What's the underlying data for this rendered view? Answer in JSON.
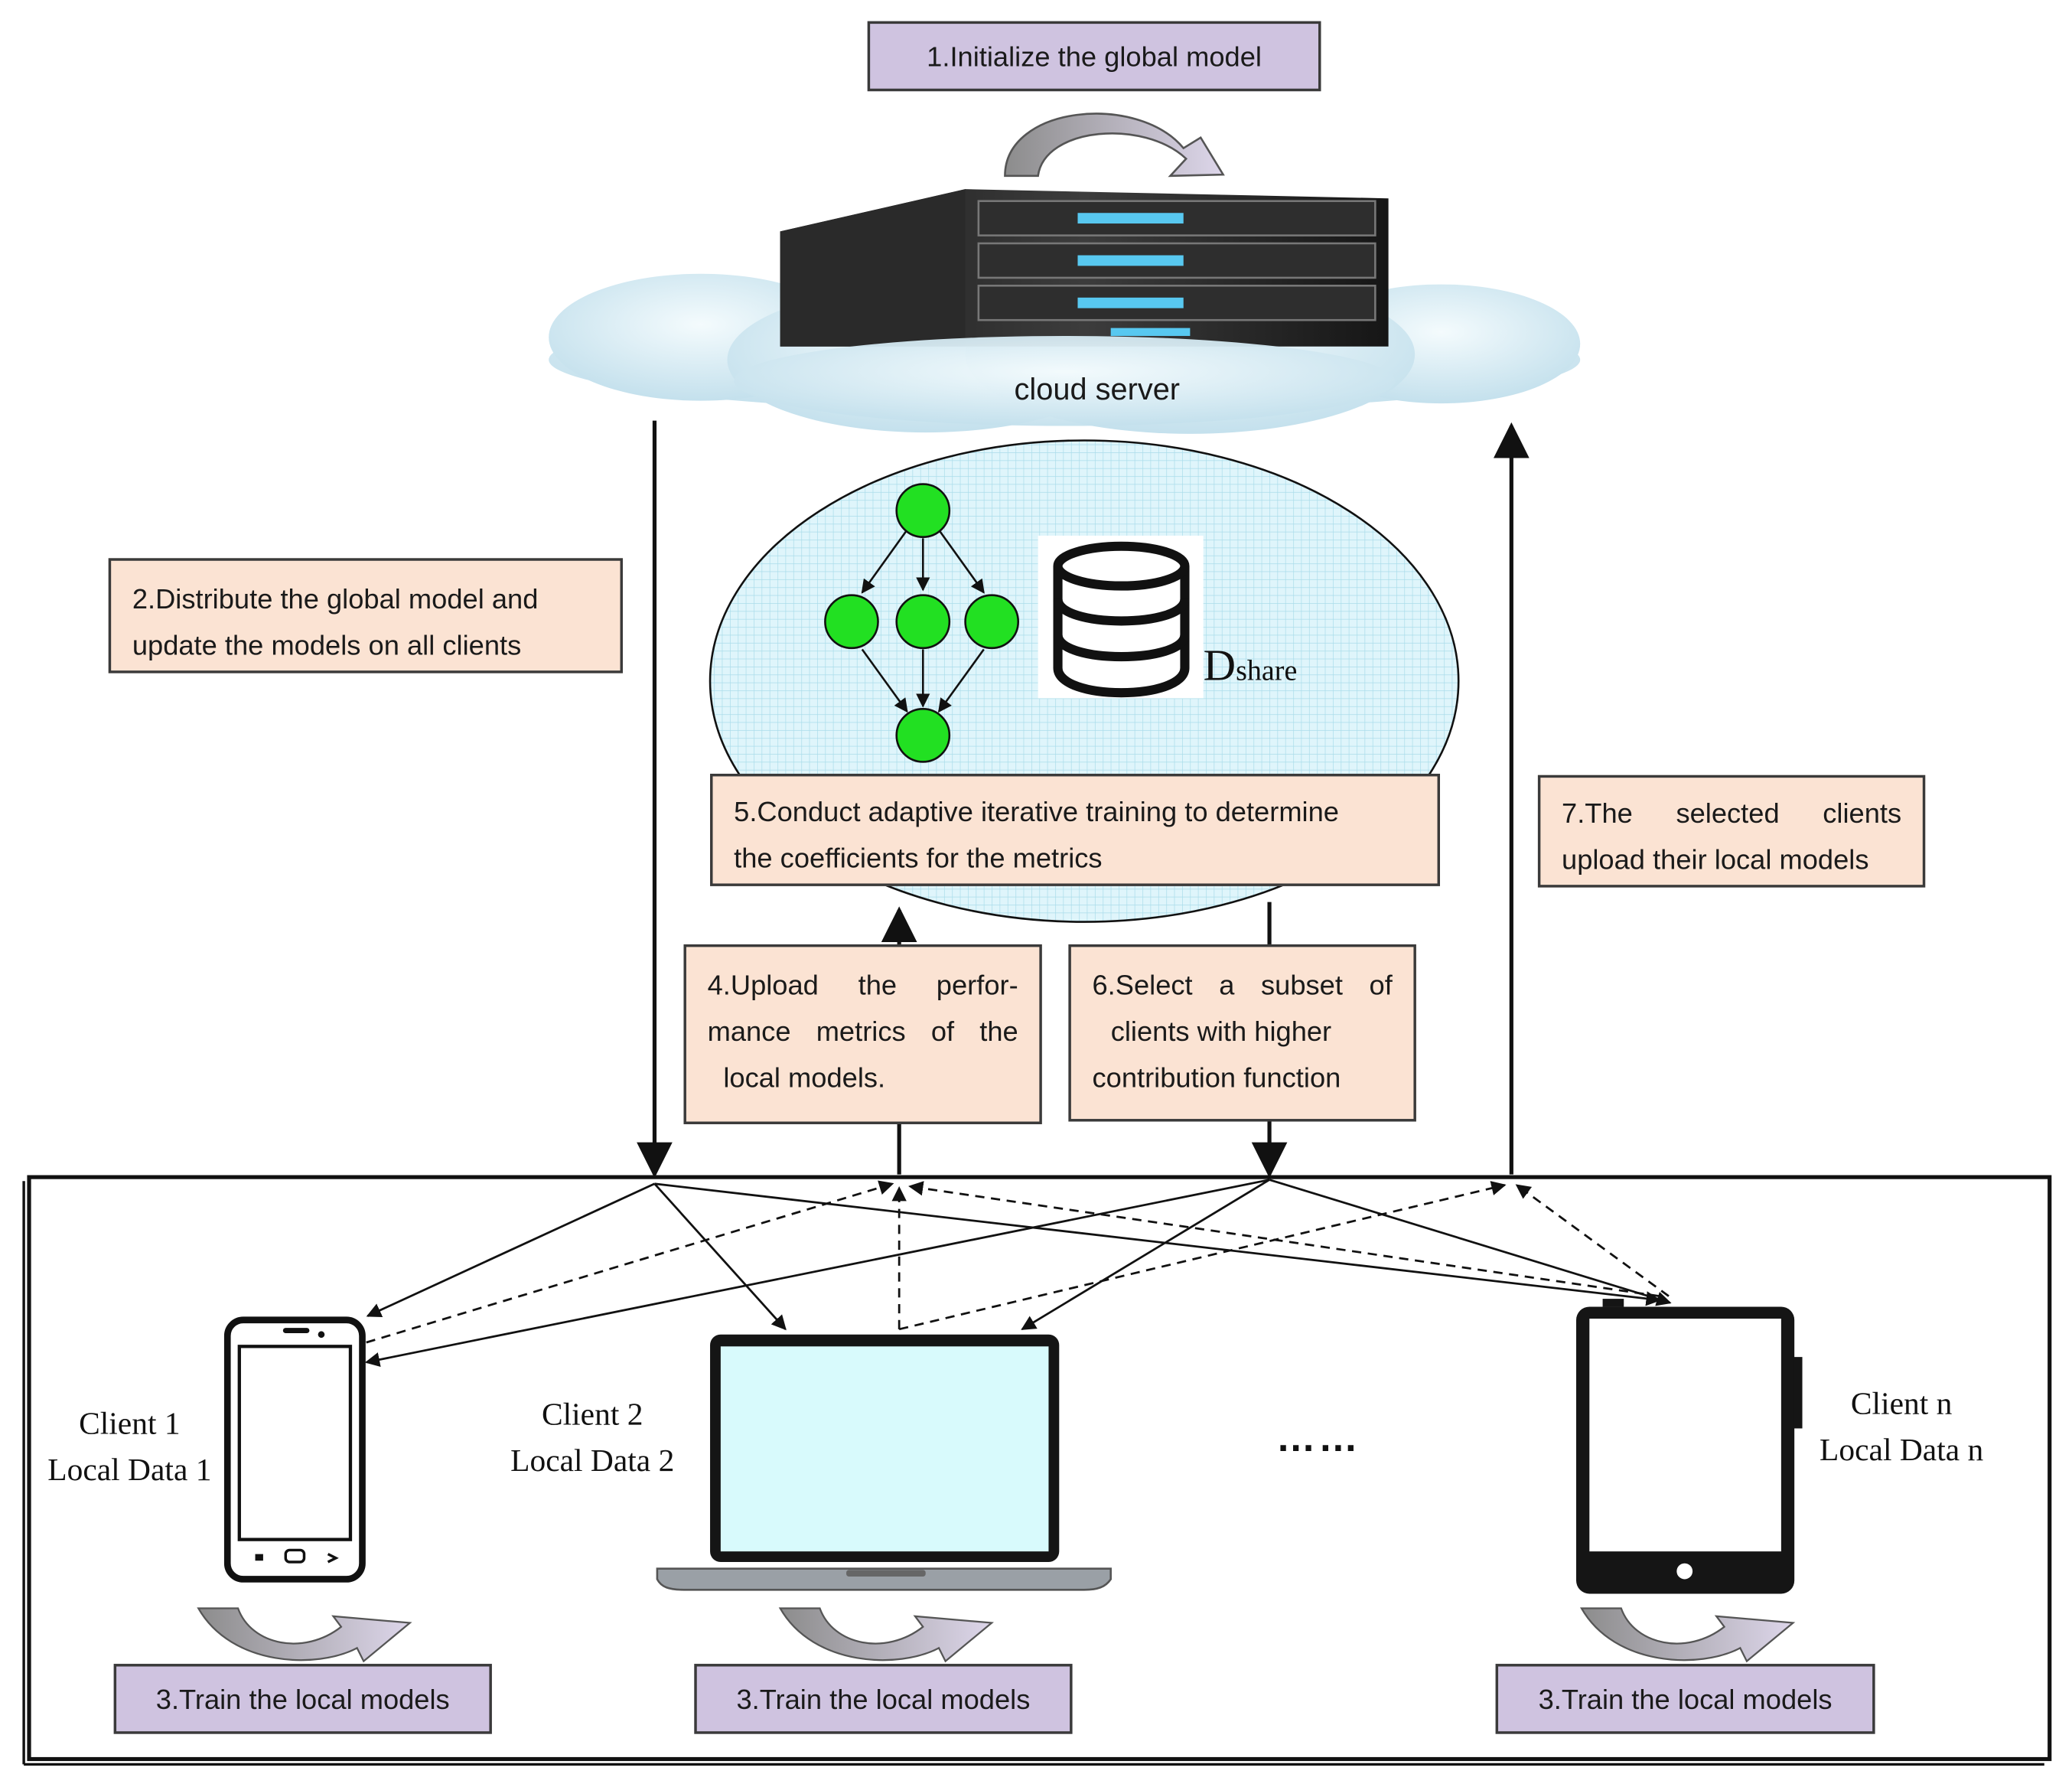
{
  "colors": {
    "purple_box": "#cfc3e0",
    "peach_box": "#fbe3d3",
    "node_green": "#22e022",
    "ellipse_fill": "#d3f1f8",
    "cloud": "#cfe7f1",
    "laptop_screen": "#d8fafc"
  },
  "icons": [
    "server-icon",
    "cloud-icon",
    "database-icon",
    "smartphone-icon",
    "laptop-icon",
    "tablet-icon",
    "cycle-arrow-icon"
  ],
  "steps": {
    "step1": "1.Initialize the global model",
    "step2": [
      "2.Distribute the global model and",
      "update the models on all clients"
    ],
    "step3": "3.Train the local models",
    "step4": [
      "4.Upload the perfor-",
      "mance metrics of the",
      "local models."
    ],
    "step5": [
      "5.Conduct adaptive iterative training to determine",
      "the coefficients for the metrics"
    ],
    "step6": [
      "6.Select a subset of",
      "clients with higher",
      "contribution function"
    ],
    "step7": [
      "7.The selected clients",
      "upload their local models"
    ]
  },
  "server": {
    "label": "cloud server"
  },
  "dshare": {
    "main": "D",
    "sub": "share"
  },
  "clients": [
    {
      "name": "Client 1",
      "data": "Local Data 1"
    },
    {
      "name": "Client 2",
      "data": "Local Data 2"
    },
    {
      "name": "Client n",
      "data": "Local Data n"
    }
  ],
  "ellipsis": "……"
}
